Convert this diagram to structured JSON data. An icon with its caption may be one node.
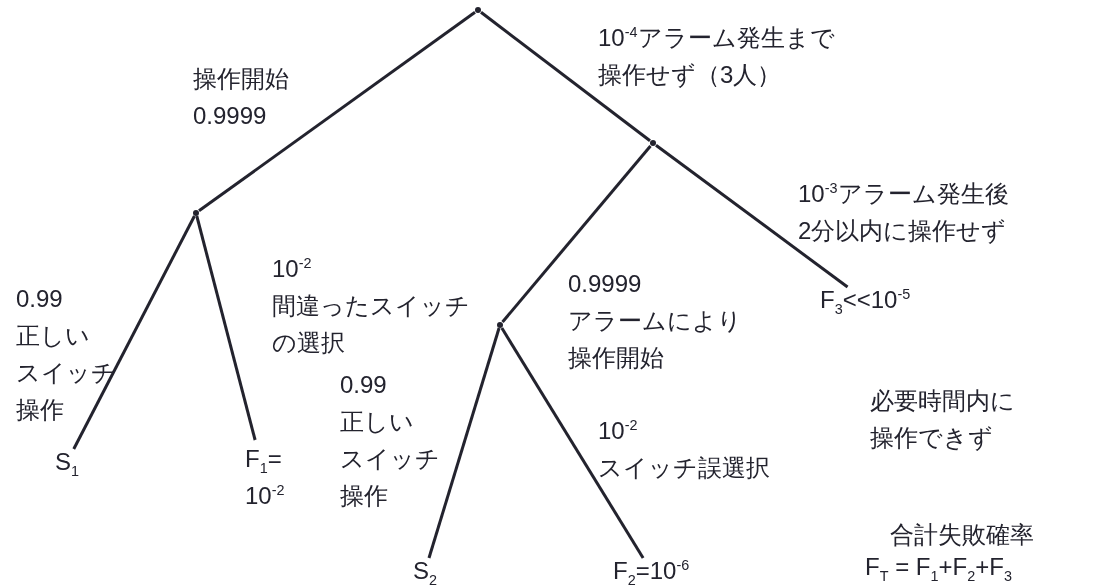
{
  "diagram": {
    "nodes": [
      {
        "text": [],
        "shape": "point"
      },
      {
        "text": [],
        "shape": "point"
      },
      {
        "text": [],
        "shape": "point"
      },
      {
        "text": [],
        "shape": "point"
      },
      {
        "text": [
          "S$_{1}$"
        ]
      },
      {
        "text": [
          "F$_{1}$= 10$^{-2}$"
        ]
      },
      {
        "text": [
          "S$_{2}$"
        ]
      },
      {
        "text": [
          "F$_{2}$=10$^{-6}$"
        ]
      },
      {
        "text": [
          "F$_{3}$<<10$^{-5}$"
        ],
        "beside": [
          "必要時間内に操作できず"
        ]
      }
    ],
    "edges": [
      {
        "from": 0,
        "to": 1,
        "arrow": "none",
        "label": "操作開始 0.9999"
      },
      {
        "from": 0,
        "to": 2,
        "arrow": "none",
        "label": "10$^{-4}$アラーム発生まで操作せず（3人）"
      },
      {
        "from": 2,
        "to": 8,
        "arrow": "none",
        "label": "10$^{-3}$アラーム発生後2分以内に操作せず"
      },
      {
        "from": 1,
        "to": 4,
        "arrow": "none",
        "label": "0.99 正しいスイッチ操作"
      },
      {
        "from": 1,
        "to": 5,
        "arrow": "none",
        "label": "10$^{-2}$ 間違ったスイッチの選択"
      },
      {
        "from": 2,
        "to": 3,
        "arrow": "none",
        "label": "0.9999 アラームにより操作開始"
      },
      {
        "from": 3,
        "to": 6,
        "arrow": "none",
        "label": "0.99 正しいスイッチ操作"
      },
      {
        "from": 3,
        "to": 7,
        "arrow": "none",
        "label": "10$^{-2}$ スイッチ誤選択"
      }
    ],
    "labels": [
      "合計失敗確率",
      "F$_{T}$ = F$_{1}$+F$_{2}$+F$_{3}$"
    ]
  }
}
